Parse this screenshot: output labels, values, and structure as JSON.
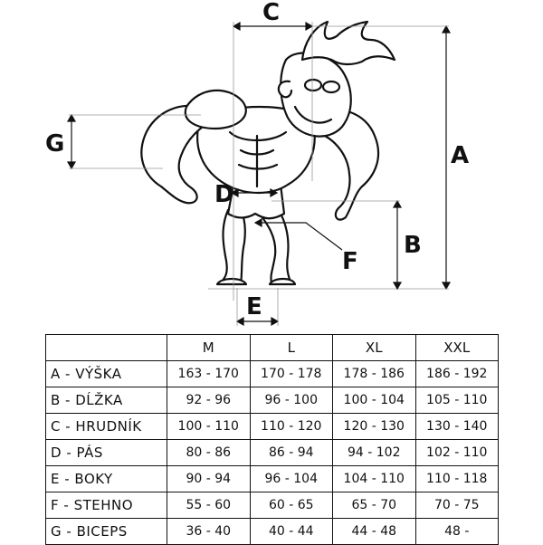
{
  "figure": {
    "labels": {
      "a": "A",
      "b": "B",
      "c": "C",
      "d": "D",
      "e": "E",
      "f": "F",
      "g": "G"
    }
  },
  "table": {
    "corner": "",
    "columns": [
      "M",
      "L",
      "XL",
      "XXL"
    ],
    "rows": [
      {
        "label": "A - VÝŠKA",
        "values": [
          "163 - 170",
          "170 - 178",
          "178 - 186",
          "186 - 192"
        ]
      },
      {
        "label": "B - DĹŽKA",
        "values": [
          "92 - 96",
          "96 - 100",
          "100 - 104",
          "105 - 110"
        ]
      },
      {
        "label": "C - HRUDNÍK",
        "values": [
          "100 - 110",
          "110 - 120",
          "120 - 130",
          "130 - 140"
        ]
      },
      {
        "label": "D - PÁS",
        "values": [
          "80 - 86",
          "86 - 94",
          "94 - 102",
          "102 - 110"
        ]
      },
      {
        "label": "E - BOKY",
        "values": [
          "90 - 94",
          "96 - 104",
          "104 - 110",
          "110 - 118"
        ]
      },
      {
        "label": "F - STEHNO",
        "values": [
          "55 - 60",
          "60 - 65",
          "65 - 70",
          "70 - 75"
        ]
      },
      {
        "label": "G - BICEPS",
        "values": [
          "36 - 40",
          "40 - 44",
          "44 - 48",
          "48 -"
        ]
      }
    ]
  }
}
